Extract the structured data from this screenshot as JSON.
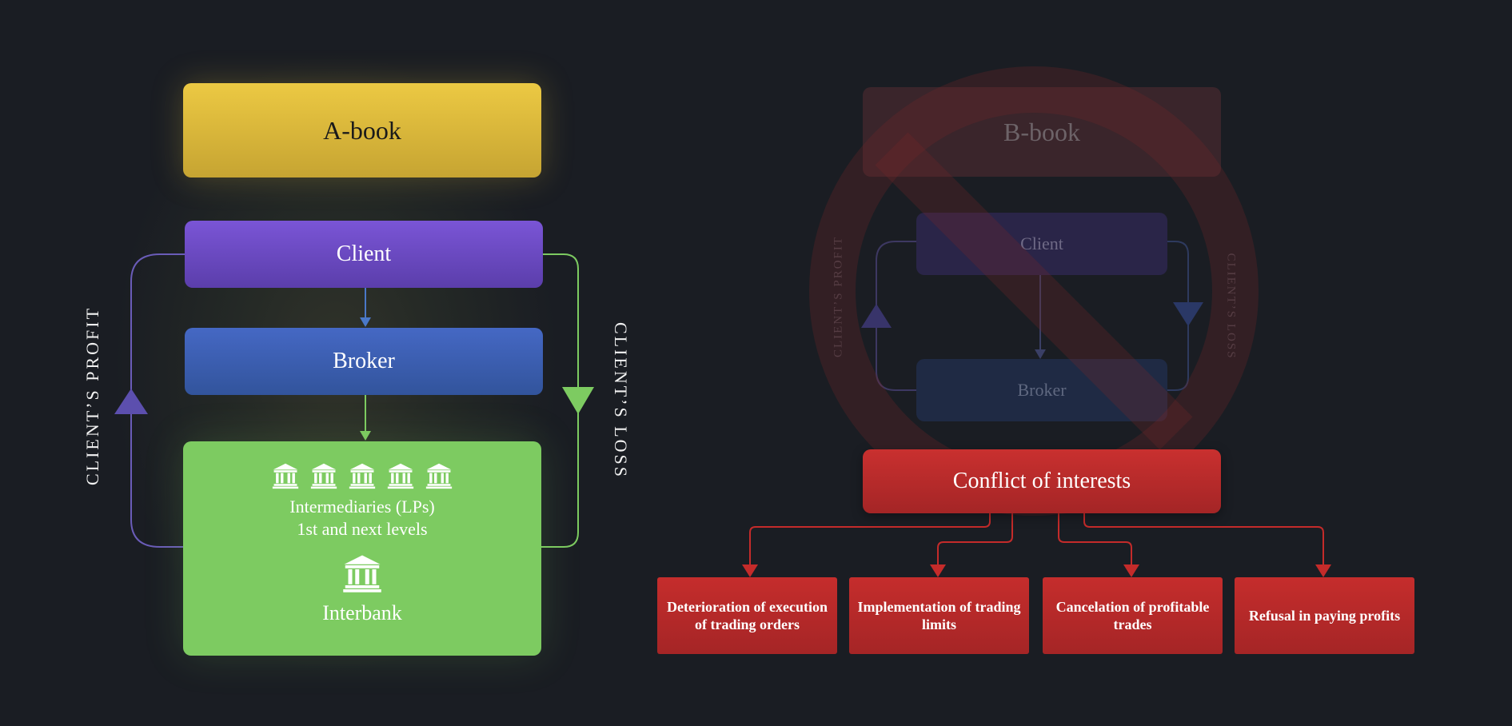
{
  "abook": {
    "title": "A-book",
    "client": "Client",
    "broker": "Broker",
    "intermediaries_line1": "Intermediaries (LPs)",
    "intermediaries_line2": "1st and next levels",
    "interbank": "Interbank",
    "profit_label": "CLIENT’S PROFIT",
    "loss_label": "CLIENT’S LOSS"
  },
  "bbook": {
    "title": "B-book",
    "client": "Client",
    "broker": "Broker",
    "profit_label": "CLIENT’S PROFIT",
    "loss_label": "CLIENT’S LOSS",
    "conflict": "Conflict of interests",
    "consequences": [
      "Deterioration of execution of trading orders",
      "Implementation of trading limits",
      "Cancelation of profitable trades",
      "Refusal in paying profits"
    ]
  },
  "icons": {
    "bank": "bank-building-icon",
    "prohibited": "prohibited-sign-icon"
  },
  "colors": {
    "background": "#1a1d23",
    "abook": "#ecc943",
    "client": "#7a55d6",
    "broker": "#4568c4",
    "intermediaries": "#7dcb61",
    "conflict": "#c9302f",
    "profit_arrow": "#5c4fae",
    "loss_arrow": "#7dcb61"
  }
}
